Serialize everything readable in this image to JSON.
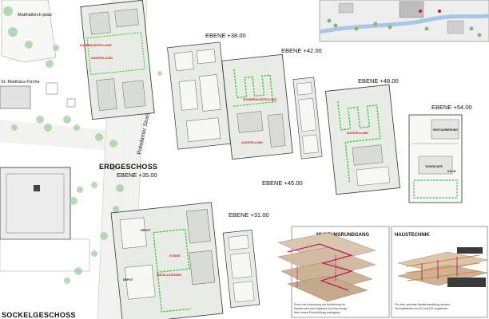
{
  "site": {
    "matthaikirchplatz_label": "Matthäikirch-platz",
    "st_matthaus_label": "St.-Matthäus-Kirche",
    "potsdamer_strasse_label": "Potsdamer Straße"
  },
  "levels": {
    "erdgeschoss": "ERDGESCHOSS",
    "erdgeschoss_level": "EBENE +35.00",
    "sockelgeschoss": "SOCKELGESCHOSS",
    "ebene_38": "EBENE +38.00",
    "ebene_42": "EBENE +42.00",
    "ebene_45": "EBENE +45.00",
    "ebene_48": "EBENE +48.00",
    "ebene_54": "EBENE +54.00",
    "ebene_31": "EBENE +31.00"
  },
  "room_labels": {
    "depot_1": "DEPOT",
    "depot_2": "DEPOT",
    "restaurierung": "RESTAURIERUNG",
    "tagescafe": "TAGESCAFE",
    "dach": "DACH",
    "museum_route_red_1": "DAUERAUSSTELLUNG",
    "museum_route_red_2": "SONDERAUSSTELLUNG",
    "museum_route_red_3": "AUSSTELLUNG",
    "museum_route_red_4": "STUDIO",
    "museum_route_red_5": "INSTALLATIONEN"
  },
  "panels": {
    "museumsrundgang": {
      "title": "MUSEUMSRUNDGANG",
      "caption_line1": "Durch die Anordnung der Anlieferung im",
      "caption_line2": "Norden wird eine logische und kreuzungs-",
      "caption_line3": "freie innere Erschließung ermöglicht."
    },
    "haustechnik": {
      "title": "HAUSTECHNIK",
      "caption_line1": "Für eine optimale Medienverteilung werden",
      "caption_line2": "Technikflächen im UG und DG angeboten."
    }
  },
  "colors": {
    "plan_fill": "#e9ebe6",
    "route_green": "#2fd12f",
    "tree_green": "#9ccf9a",
    "street_grey": "#cfd2cc",
    "panel_bg": "#d9c6ae",
    "red_marker": "#d0181c"
  }
}
